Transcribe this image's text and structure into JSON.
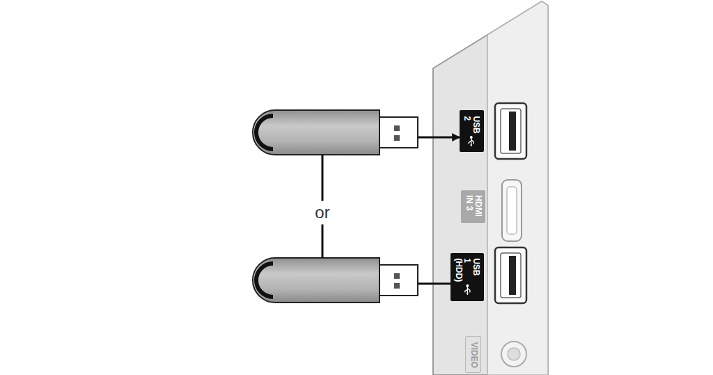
{
  "diagram": {
    "nodes": [
      {
        "text": [
          "USB 2"
        ]
      },
      {
        "text": [
          "HDMI IN 3"
        ]
      },
      {
        "text": [
          "USB 1 (HDD)"
        ]
      },
      {
        "text": [
          "VIDEO"
        ]
      }
    ],
    "labels": [
      "or"
    ]
  }
}
